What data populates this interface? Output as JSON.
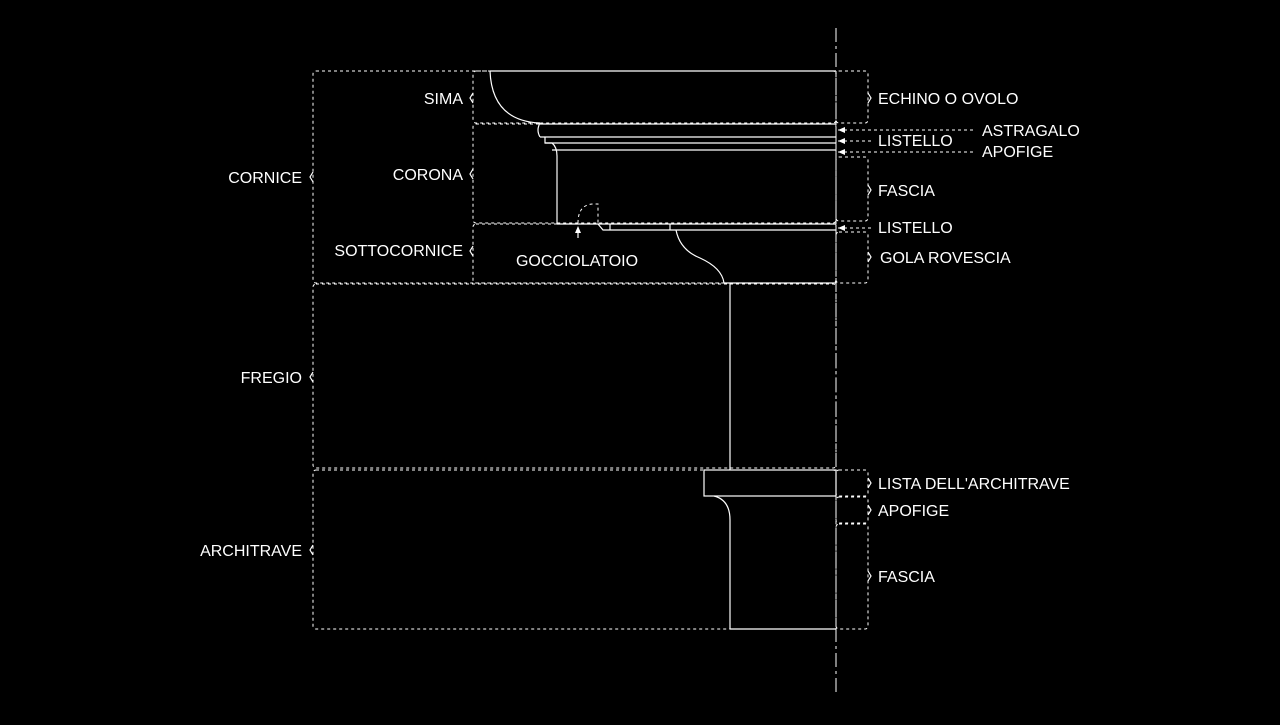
{
  "labels": {
    "cornice": "CORNICE",
    "fregio": "FREGIO",
    "architrave": "ARCHITRAVE",
    "sima": "SIMA",
    "corona": "CORONA",
    "sottocornice": "SOTTOCORNICE",
    "gocciolatoio": "GOCCIOLATOIO",
    "echino": "ECHINO O OVOLO",
    "astragalo": "ASTRAGALO",
    "listello_1": "LISTELLO",
    "apofige_1": "APOFIGE",
    "fascia_1": "FASCIA",
    "listello_2": "LISTELLO",
    "gola_rovescia": "GOLA ROVESCIA",
    "lista_architrave": "LISTA DELL'ARCHITRAVE",
    "apofige_2": "APOFIGE",
    "fascia_2": "FASCIA"
  }
}
